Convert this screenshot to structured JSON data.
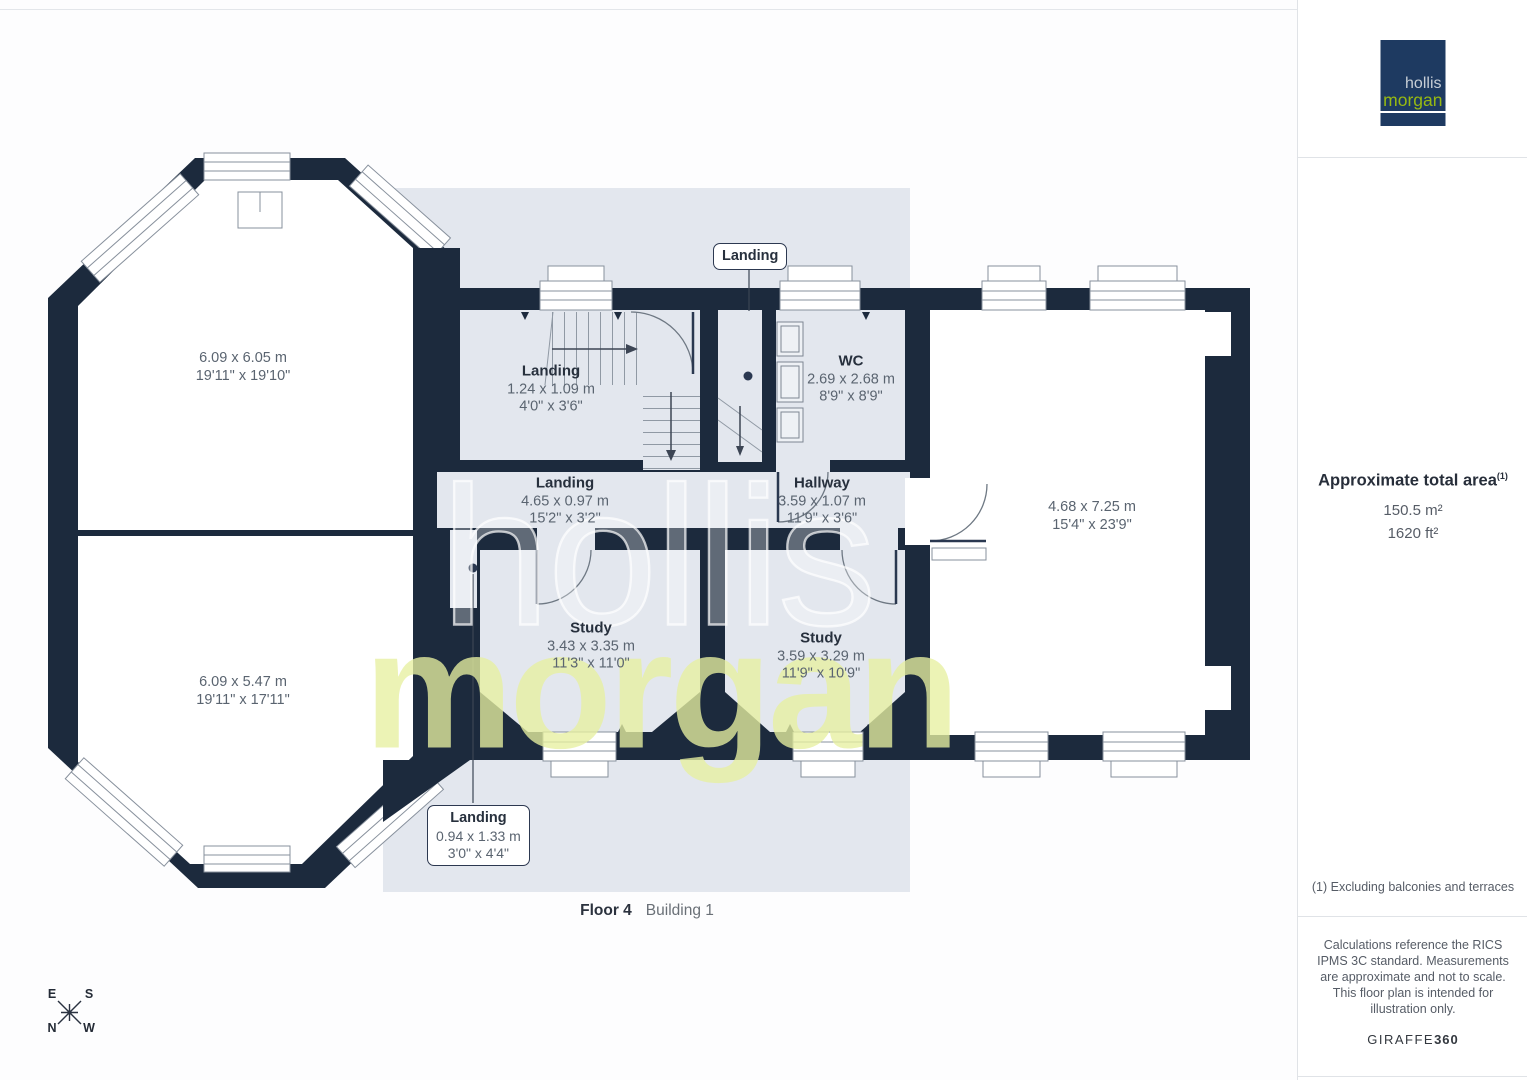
{
  "plan": {
    "callout_top": {
      "label": "Landing"
    },
    "callout_bottom": {
      "label": "Landing",
      "m": "0.94 x 1.33 m",
      "ft": "3'0\" x 4'4\""
    },
    "rooms": {
      "top_left": {
        "m": "6.09 x 6.05 m",
        "ft": "19'11\" x 19'10\""
      },
      "bottom_left": {
        "m": "6.09 x 5.47 m",
        "ft": "19'11\" x 17'11\""
      },
      "landing_small": {
        "label": "Landing",
        "m": "1.24 x 1.09 m",
        "ft": "4'0\" x 3'6\""
      },
      "wc": {
        "label": "WC",
        "m": "2.69 x 2.68 m",
        "ft": "8'9\" x 8'9\""
      },
      "landing_corridor": {
        "label": "Landing",
        "m": "4.65 x 0.97 m",
        "ft": "15'2\" x 3'2\""
      },
      "hallway": {
        "label": "Hallway",
        "m": "3.59 x 1.07 m",
        "ft": "11'9\" x 3'6\""
      },
      "study_left": {
        "label": "Study",
        "m": "3.43 x 3.35 m",
        "ft": "11'3\" x 11'0\""
      },
      "study_right": {
        "label": "Study",
        "m": "3.59 x 3.29 m",
        "ft": "11'9\" x 10'9\""
      },
      "right_room": {
        "m": "4.68 x 7.25 m",
        "ft": "15'4\" x 23'9\""
      }
    },
    "caption": {
      "floor": "Floor 4",
      "building": "Building 1"
    },
    "watermark": {
      "line1": "hollis",
      "line2": "morgan"
    },
    "compass": {
      "e": "E",
      "s": "S",
      "n": "N",
      "w": "W"
    }
  },
  "sidebar": {
    "logo": {
      "line1": "hollis",
      "line2": "morgan"
    },
    "area": {
      "title": "Approximate total area",
      "sup": "(1)",
      "m2": "150.5 m²",
      "ft2": "1620 ft²"
    },
    "footnote": "(1) Excluding balconies and terraces",
    "disclaimer": "Calculations reference the RICS IPMS 3C standard. Measurements are approximate and not to scale. This floor plan is intended for illustration only.",
    "brand": {
      "name": "GIRAFFE",
      "suffix": "360"
    }
  },
  "colors": {
    "wall": "#1c2a3d",
    "block": "#e3e7ee",
    "logo_navy": "#1e3a61",
    "logo_green": "#97b912"
  }
}
